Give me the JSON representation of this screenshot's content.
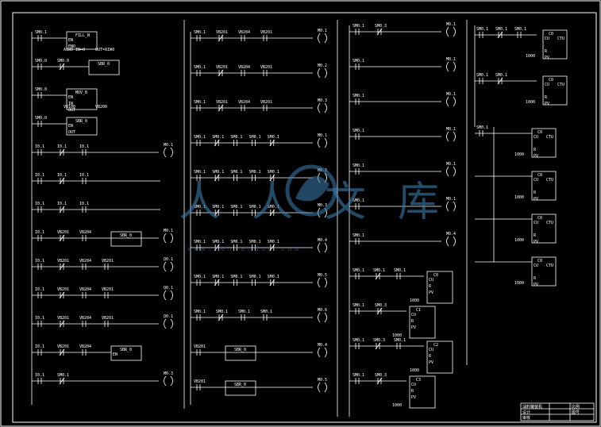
{
  "watermark": {
    "text": "人人文库",
    "url": "www.renrendoc.com",
    "color": "#3d7fb0"
  },
  "title_block": {
    "row1": "油料罐装机",
    "row2": [
      "设计",
      "审核"
    ],
    "right": [
      "比例",
      "图号"
    ]
  },
  "col1": {
    "rungs": [
      {
        "c": [
          "SM0.1"
        ],
        "box": {
          "t": "FILL_N",
          "pins": [
            "EN",
            "ENO"
          ]
        },
        "notes": [
          "AIW0 IN=0",
          "OUT=AIW0"
        ]
      },
      {
        "c": [
          "SM0.0",
          "SM0.0"
        ],
        "box": {
          "t": "SBR_0"
        }
      },
      {
        "c": [
          "SM0.0"
        ],
        "box": {
          "t": "MOV_B",
          "pins": [
            "EN",
            "IN",
            "OUT"
          ]
        },
        "notes": [
          "VB100",
          "VB200"
        ]
      },
      {
        "c": [
          "SM0.0"
        ],
        "box": {
          "t": "SBR_0",
          "pins": [
            "EN",
            "OUT"
          ]
        }
      },
      {
        "c": [
          "I0.1",
          "I0.1",
          "I0.1"
        ],
        "coil": "M0.1"
      },
      {
        "c": [
          "I0.1",
          "I0.1",
          "I0.1"
        ]
      },
      {
        "c": [
          "I0.1",
          "I0.1",
          "I0.1"
        ]
      },
      {
        "c": [
          "I0.1",
          "VB201",
          "VB204"
        ],
        "box": {
          "t": "SBR_0"
        },
        "coil": "M0.1"
      },
      {
        "c": [
          "I0.1",
          "VB201",
          "VB204",
          "VB201"
        ],
        "coil": "Q0.1"
      },
      {
        "c": [
          "I0.1",
          "VB201",
          "VB204",
          "VB201"
        ],
        "coil": "Q0.1"
      },
      {
        "c": [
          "I0.1",
          "VB201",
          "VB204",
          "VB201"
        ],
        "coil": "Q0.1"
      },
      {
        "c": [
          "I0.1",
          "VB201",
          "VB204"
        ],
        "box": {
          "t": "SBR_0",
          "pins": [
            "EN"
          ]
        }
      },
      {
        "c": [
          "I0.1",
          "SM0.1"
        ],
        "coil": "M0.3"
      }
    ]
  },
  "col2": {
    "rungs": [
      {
        "c": [
          "SM0.1",
          "VB201",
          "VB204",
          "VB201"
        ],
        "coil": "M0.1"
      },
      {
        "c": [
          "SM0.1",
          "VB201",
          "VB204",
          "VB201"
        ],
        "coil": "M0.2"
      },
      {
        "c": [
          "SM0.1",
          "VB201",
          "VB204",
          "VB201"
        ],
        "coil": "M0.3"
      },
      {
        "c": [
          "SM0.1",
          "SM0.1",
          "SM0.1",
          "SM0.1",
          "SM0.1"
        ],
        "coil": "M0.1"
      },
      {
        "c": [
          "SM0.1",
          "SM0.1",
          "SM0.1",
          "SM0.1",
          "SM0.1"
        ],
        "coil": "M0.2"
      },
      {
        "c": [
          "SM0.1",
          "SM0.1",
          "SM0.1",
          "SM0.1",
          "SM0.1"
        ],
        "coil": "M0.3"
      },
      {
        "c": [
          "SM0.1",
          "SM0.1",
          "SM0.1",
          "SM0.1",
          "SM0.1"
        ],
        "coil": "M0.4"
      },
      {
        "c": [
          "SM0.1",
          "SM0.1",
          "SM0.1",
          "SM0.1",
          "SM0.1"
        ],
        "coil": "M0.5"
      },
      {
        "c": [
          "SM0.1",
          "SM0.1",
          "SM0.1",
          "SM0.1"
        ],
        "coil": "M0.6"
      },
      {
        "c": [
          "VB201"
        ],
        "box": {
          "t": "SBR_0"
        },
        "coil": "M0.4"
      },
      {
        "c": [
          "VB201"
        ],
        "box": {
          "t": "SBR_0"
        },
        "coil": "M0.5"
      }
    ]
  },
  "col3": {
    "rungs": [
      {
        "c": [
          "SM0.1",
          "SM0.3"
        ],
        "coil": "M0.1"
      },
      {
        "c": [
          "SM0.1"
        ],
        "coil": "M0.1"
      },
      {
        "c": [
          "SM0.1"
        ],
        "coil": "M0.1"
      },
      {
        "c": [
          "SM0.1"
        ],
        "coil": "M0.1"
      },
      {
        "c": [
          "SM0.1"
        ],
        "coil": "M0.1"
      },
      {
        "c": [
          "SM0.1"
        ],
        "coil": "M0.1"
      },
      {
        "c": [
          "SM0.1"
        ],
        "coil": "M0.4"
      },
      {
        "c": [
          "SM0.1",
          "SM0.1",
          "SM0.1"
        ],
        "ctu": {
          "t": "C0",
          "pins": [
            "CU",
            "R",
            "PV"
          ],
          "pv": "1000"
        }
      },
      {
        "c": [
          "SM0.1",
          "SM0.3"
        ],
        "ctu": {
          "t": "C1",
          "pins": [
            "CU",
            "R",
            "PV"
          ],
          "pv": "1000"
        }
      },
      {
        "c": [
          "SM0.1",
          "SM0.3",
          "SM0.1"
        ],
        "ctu": {
          "t": "C2",
          "pins": [
            "CU",
            "R",
            "PV"
          ],
          "pv": "1000"
        }
      },
      {
        "c": [
          "SM0.1",
          "SM0.3"
        ],
        "ctu": {
          "t": "C3",
          "pins": [
            "CU",
            "R",
            "PV"
          ],
          "pv": "1000"
        }
      }
    ]
  },
  "col4": {
    "rungs": [
      {
        "c": [
          "SM0.1",
          "SM0.1",
          "SM0.1"
        ],
        "ctu": {
          "t": "C0",
          "pins": [
            "CU",
            "CTU",
            "R",
            "PV"
          ],
          "pv": "1000"
        }
      },
      {
        "c": [
          "SM0.1",
          "SM0.1"
        ],
        "ctu": {
          "t": "C0",
          "pins": [
            "CU",
            "CTU",
            "R",
            "PV"
          ],
          "pv": "1000"
        }
      },
      {
        "c": [
          "SM0.1"
        ],
        "ctu": {
          "t": "C0",
          "pins": [
            "CU",
            "CTU",
            "R",
            "PV"
          ],
          "pv": "1000"
        }
      },
      {
        "c": [],
        "ctu": {
          "t": "C0",
          "pins": [
            "CU",
            "CTU",
            "R",
            "PV"
          ],
          "pv": "1000"
        }
      },
      {
        "c": [],
        "ctu": {
          "t": "C0",
          "pins": [
            "CU",
            "CTU",
            "R",
            "PV"
          ],
          "pv": "1000"
        }
      },
      {
        "c": [],
        "ctu": {
          "t": "C0",
          "pins": [
            "CU",
            "CTU",
            "R",
            "PV"
          ],
          "pv": "1000"
        }
      }
    ]
  }
}
